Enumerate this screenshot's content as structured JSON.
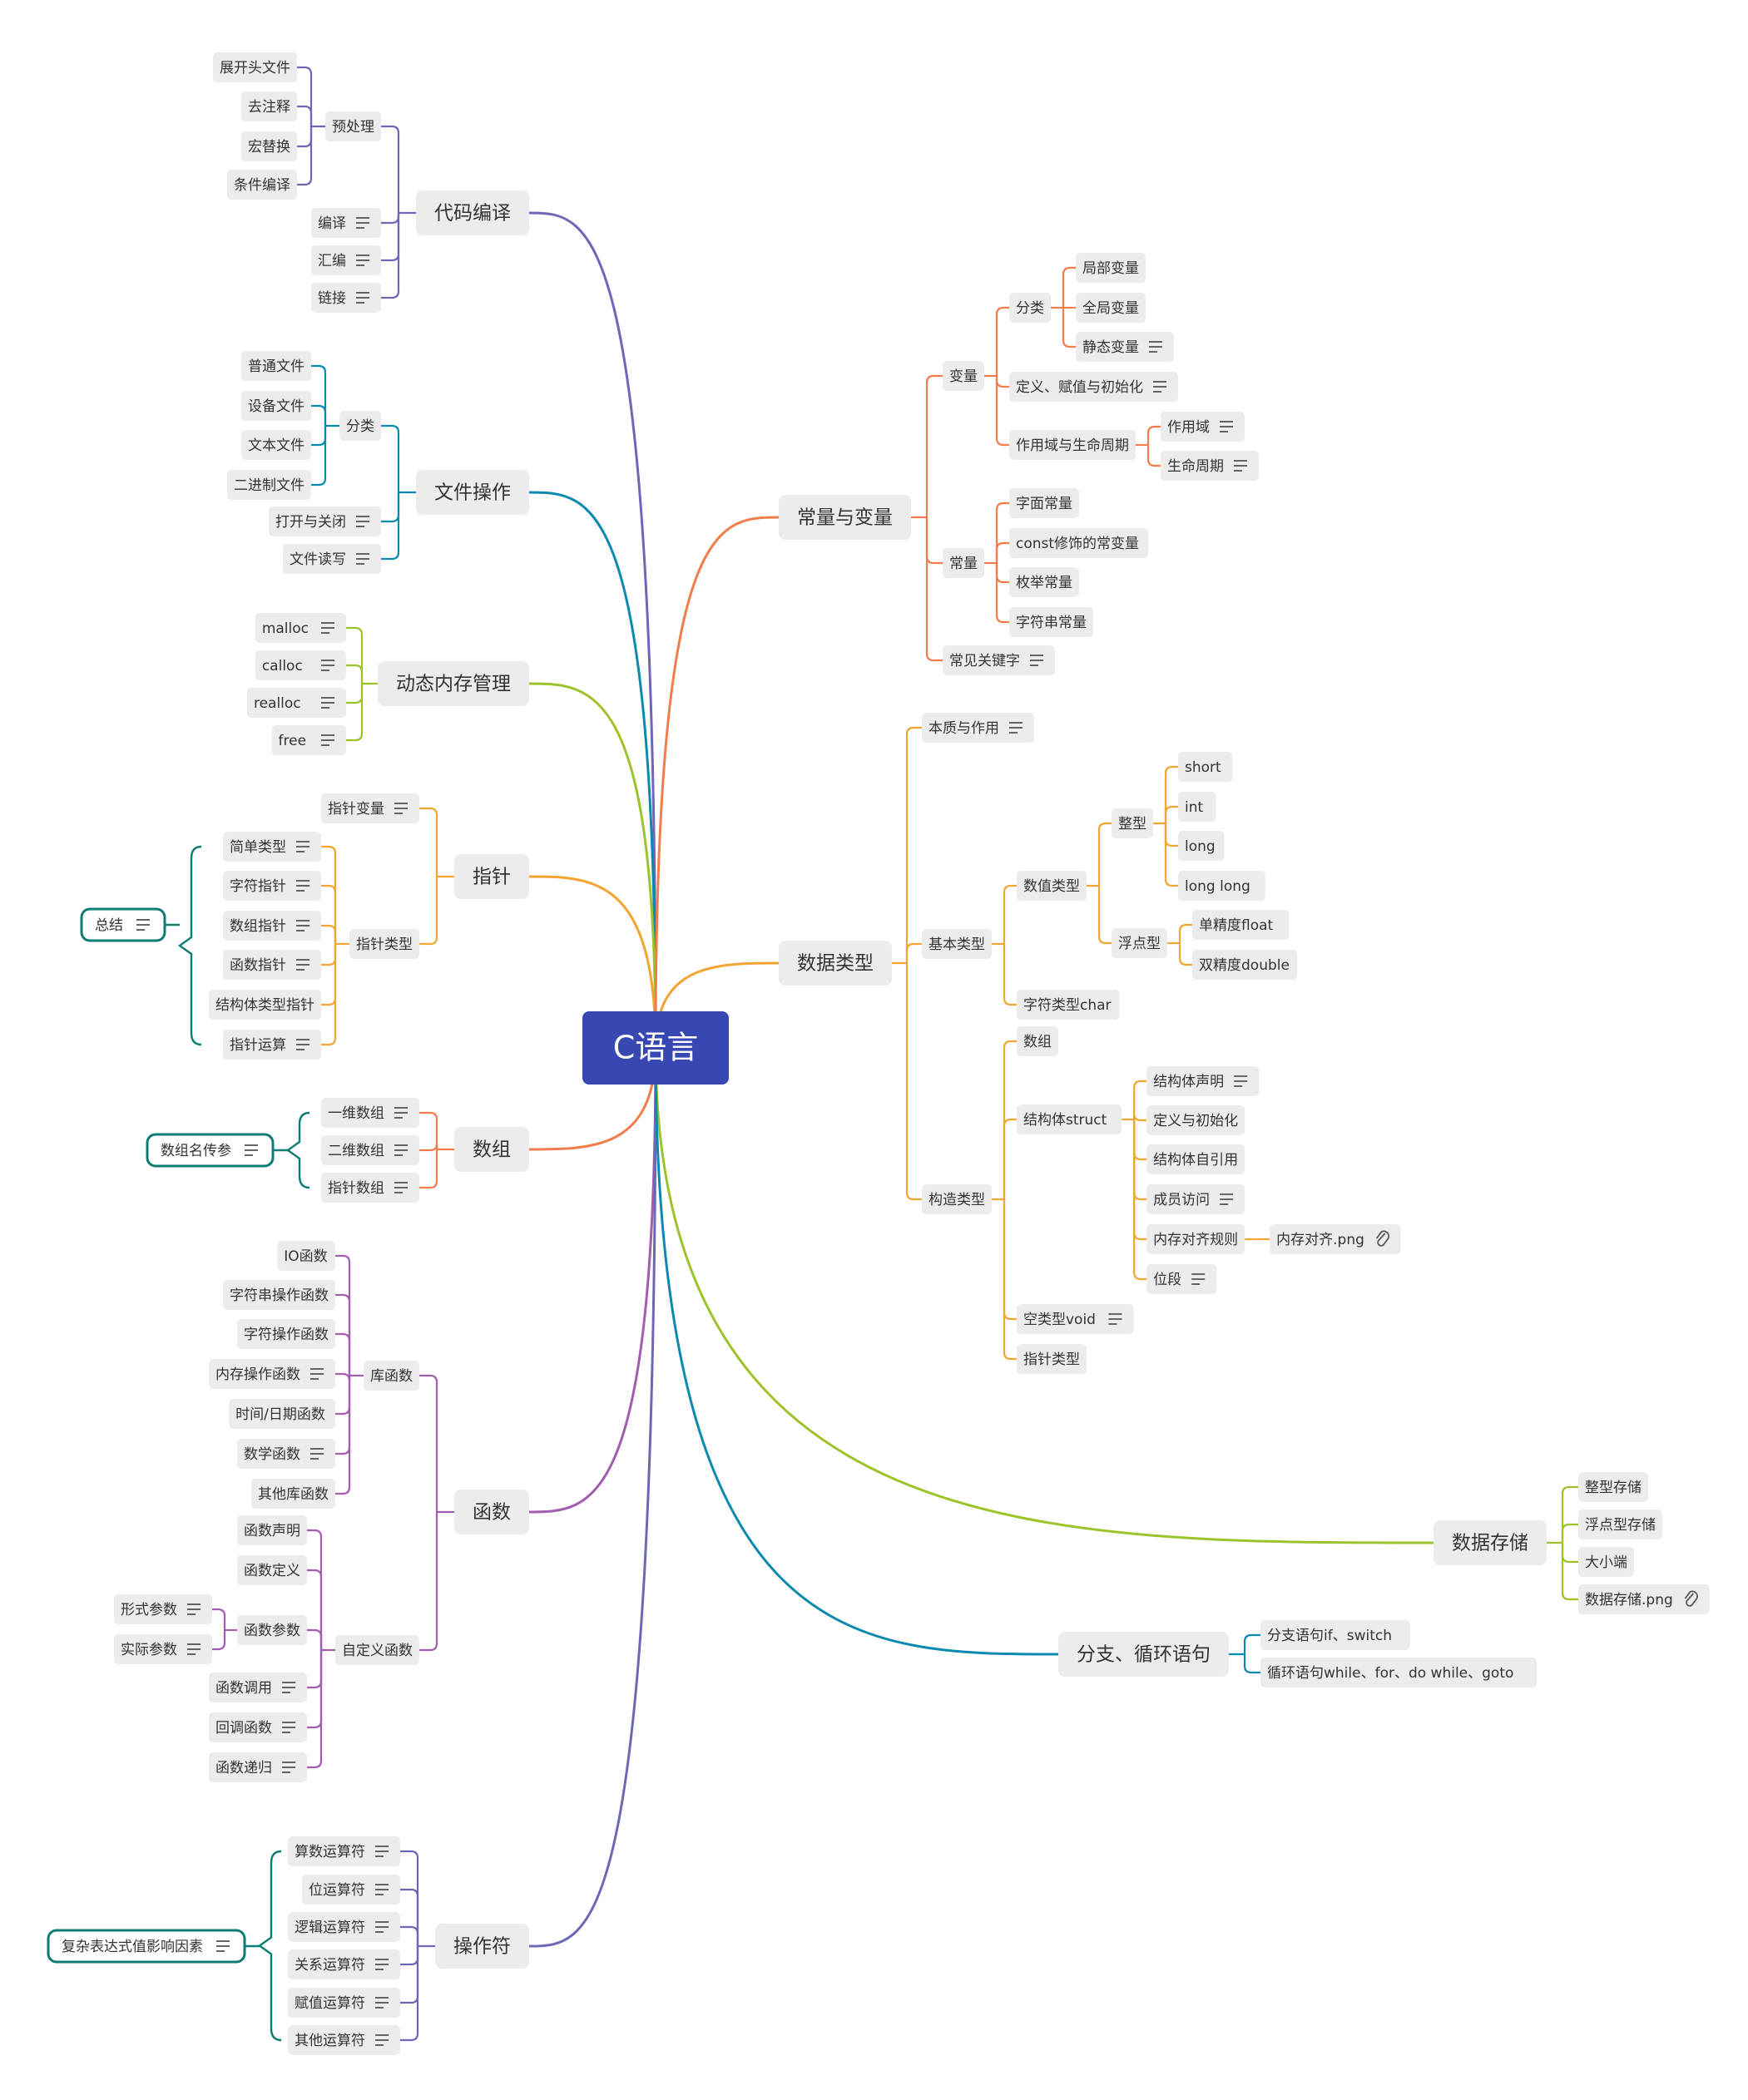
{
  "root": {
    "label": "C语言",
    "color": "#3848b3"
  },
  "branches": [
    {
      "id": "compile",
      "label": "代码编译",
      "color": "#7065b6",
      "children": [
        {
          "label": "预处理",
          "children": [
            {
              "label": "展开头文件"
            },
            {
              "label": "去注释"
            },
            {
              "label": "宏替换"
            },
            {
              "label": "条件编译"
            }
          ]
        },
        {
          "label": "编译",
          "note": true
        },
        {
          "label": "汇编",
          "note": true
        },
        {
          "label": "链接",
          "note": true
        }
      ]
    },
    {
      "id": "file",
      "label": "文件操作",
      "color": "#0b8ab0",
      "children": [
        {
          "label": "分类",
          "children": [
            {
              "label": "普通文件"
            },
            {
              "label": "设备文件"
            },
            {
              "label": "文本文件"
            },
            {
              "label": "二进制文件"
            }
          ]
        },
        {
          "label": "打开与关闭",
          "note": true
        },
        {
          "label": "文件读写",
          "note": true
        }
      ]
    },
    {
      "id": "memory",
      "label": "动态内存管理",
      "color": "#9cc42a",
      "children": [
        {
          "label": "malloc",
          "note": true
        },
        {
          "label": "calloc",
          "note": true
        },
        {
          "label": "realloc",
          "note": true
        },
        {
          "label": "free",
          "note": true
        }
      ]
    },
    {
      "id": "pointer",
      "label": "指针",
      "color": "#f2a531",
      "children": [
        {
          "label": "指针变量",
          "note": true
        },
        {
          "label": "指针类型",
          "children": [
            {
              "label": "简单类型",
              "note": true
            },
            {
              "label": "字符指针",
              "note": true
            },
            {
              "label": "数组指针",
              "note": true
            },
            {
              "label": "函数指针",
              "note": true
            },
            {
              "label": "结构体类型指针"
            },
            {
              "label": "指针运算",
              "note": true
            }
          ]
        }
      ],
      "summary": {
        "label": "总结",
        "note": true
      }
    },
    {
      "id": "array",
      "label": "数组",
      "color": "#f27d4c",
      "children": [
        {
          "label": "一维数组",
          "note": true
        },
        {
          "label": "二维数组",
          "note": true
        },
        {
          "label": "指针数组",
          "note": true
        }
      ],
      "summary": {
        "label": "数组名传参",
        "note": true
      }
    },
    {
      "id": "function",
      "label": "函数",
      "color": "#a35db0",
      "children": [
        {
          "label": "库函数",
          "children": [
            {
              "label": "IO函数"
            },
            {
              "label": "字符串操作函数"
            },
            {
              "label": "字符操作函数"
            },
            {
              "label": "内存操作函数",
              "note": true
            },
            {
              "label": "时间/日期函数"
            },
            {
              "label": "数学函数",
              "note": true
            },
            {
              "label": "其他库函数"
            }
          ]
        },
        {
          "label": "自定义函数",
          "children": [
            {
              "label": "函数声明"
            },
            {
              "label": "函数定义"
            },
            {
              "label": "函数参数",
              "children": [
                {
                  "label": "形式参数",
                  "note": true
                },
                {
                  "label": "实际参数",
                  "note": true
                }
              ]
            },
            {
              "label": "函数调用",
              "note": true
            },
            {
              "label": "回调函数",
              "note": true
            },
            {
              "label": "函数递归",
              "note": true
            }
          ]
        }
      ]
    },
    {
      "id": "operator",
      "label": "操作符",
      "color": "#6b69b5",
      "children": [
        {
          "label": "算数运算符",
          "note": true
        },
        {
          "label": "位运算符",
          "note": true
        },
        {
          "label": "逻辑运算符",
          "note": true
        },
        {
          "label": "关系运算符",
          "note": true
        },
        {
          "label": "赋值运算符",
          "note": true
        },
        {
          "label": "其他运算符",
          "note": true
        }
      ],
      "summary": {
        "label": "复杂表达式值影响因素",
        "note": true
      }
    },
    {
      "id": "constvar",
      "label": "常量与变量",
      "color": "#f27d4c",
      "children": [
        {
          "label": "变量",
          "children": [
            {
              "label": "分类",
              "children": [
                {
                  "label": "局部变量"
                },
                {
                  "label": "全局变量"
                },
                {
                  "label": "静态变量",
                  "note": true
                }
              ]
            },
            {
              "label": "定义、赋值与初始化",
              "note": true
            },
            {
              "label": "作用域与生命周期",
              "children": [
                {
                  "label": "作用域",
                  "note": true
                },
                {
                  "label": "生命周期",
                  "note": true
                }
              ]
            }
          ]
        },
        {
          "label": "常量",
          "children": [
            {
              "label": "字面常量"
            },
            {
              "label": "const修饰的常变量"
            },
            {
              "label": "枚举常量"
            },
            {
              "label": "字符串常量"
            }
          ]
        },
        {
          "label": "常见关键字",
          "note": true
        }
      ]
    },
    {
      "id": "datatype",
      "label": "数据类型",
      "color": "#f2a531",
      "children": [
        {
          "label": "本质与作用",
          "note": true
        },
        {
          "label": "基本类型",
          "children": [
            {
              "label": "数值类型",
              "children": [
                {
                  "label": "整型",
                  "children": [
                    {
                      "label": "short"
                    },
                    {
                      "label": "int"
                    },
                    {
                      "label": "long"
                    },
                    {
                      "label": "long long"
                    }
                  ]
                },
                {
                  "label": "浮点型",
                  "children": [
                    {
                      "label": "单精度float"
                    },
                    {
                      "label": "双精度double"
                    }
                  ]
                }
              ]
            },
            {
              "label": "字符类型char"
            }
          ]
        },
        {
          "label": "构造类型",
          "children": [
            {
              "label": "数组"
            },
            {
              "label": "结构体struct",
              "children": [
                {
                  "label": "结构体声明",
                  "note": true
                },
                {
                  "label": "定义与初始化"
                },
                {
                  "label": "结构体自引用"
                },
                {
                  "label": "成员访问",
                  "note": true
                },
                {
                  "label": "内存对齐规则",
                  "children": [
                    {
                      "label": "内存对齐.png",
                      "attachment": true
                    }
                  ]
                },
                {
                  "label": "位段",
                  "note": true
                }
              ]
            },
            {
              "label": "空类型void",
              "note": true
            },
            {
              "label": "指针类型"
            }
          ]
        }
      ]
    },
    {
      "id": "storage",
      "label": "数据存储",
      "color": "#9cc42a",
      "children": [
        {
          "label": "整型存储"
        },
        {
          "label": "浮点型存储"
        },
        {
          "label": "大小端"
        },
        {
          "label": "数据存储.png",
          "attachment": true
        }
      ]
    },
    {
      "id": "control",
      "label": "分支、循环语句",
      "color": "#0b8ab0",
      "children": [
        {
          "label": "分支语句if、switch"
        },
        {
          "label": "循环语句while、for、do while、goto"
        }
      ]
    }
  ]
}
